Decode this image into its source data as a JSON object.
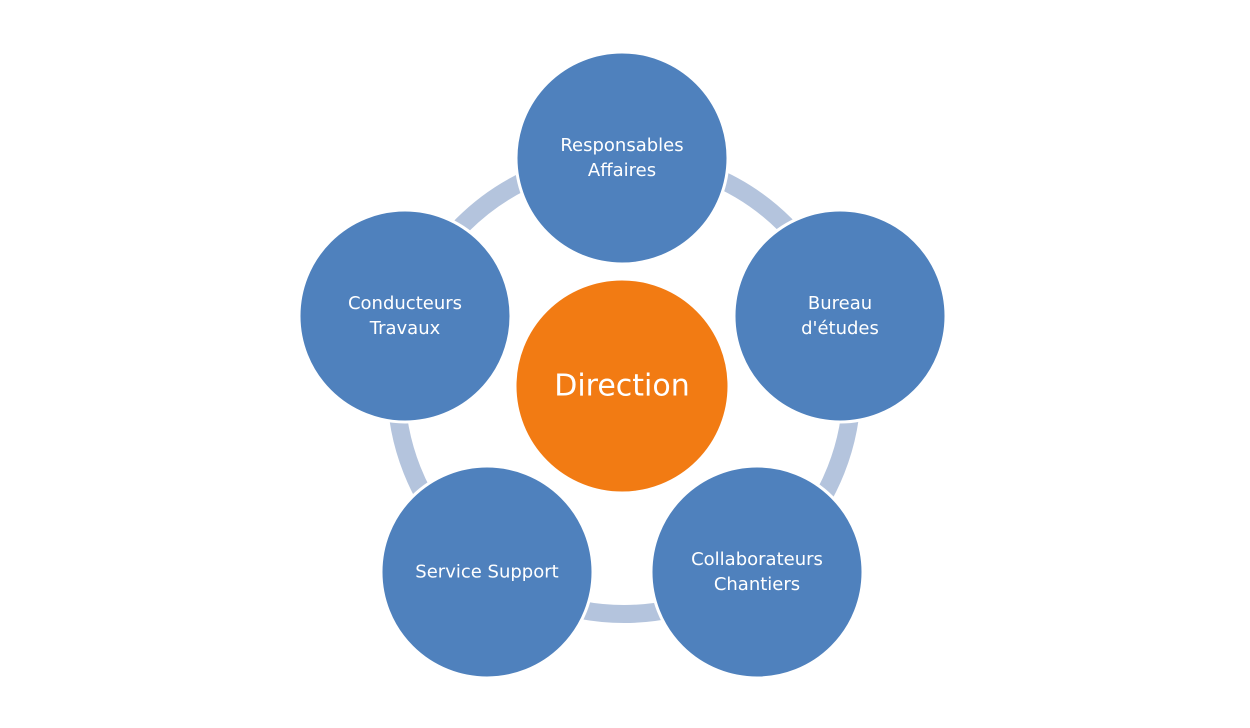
{
  "center": {
    "label": "Direction",
    "color": "#f27b13"
  },
  "nodes": [
    {
      "lines": [
        "Responsables",
        "Affaires"
      ]
    },
    {
      "lines": [
        "Bureau",
        "d'études"
      ]
    },
    {
      "lines": [
        "Collaborateurs",
        "Chantiers"
      ]
    },
    {
      "lines": [
        "Service Support"
      ]
    },
    {
      "lines": [
        "Conducteurs",
        "Travaux"
      ]
    }
  ],
  "colors": {
    "node_fill": "#4f81bd",
    "node_stroke": "#ffffff",
    "ring": "#b4c4dd",
    "text": "#ffffff"
  }
}
